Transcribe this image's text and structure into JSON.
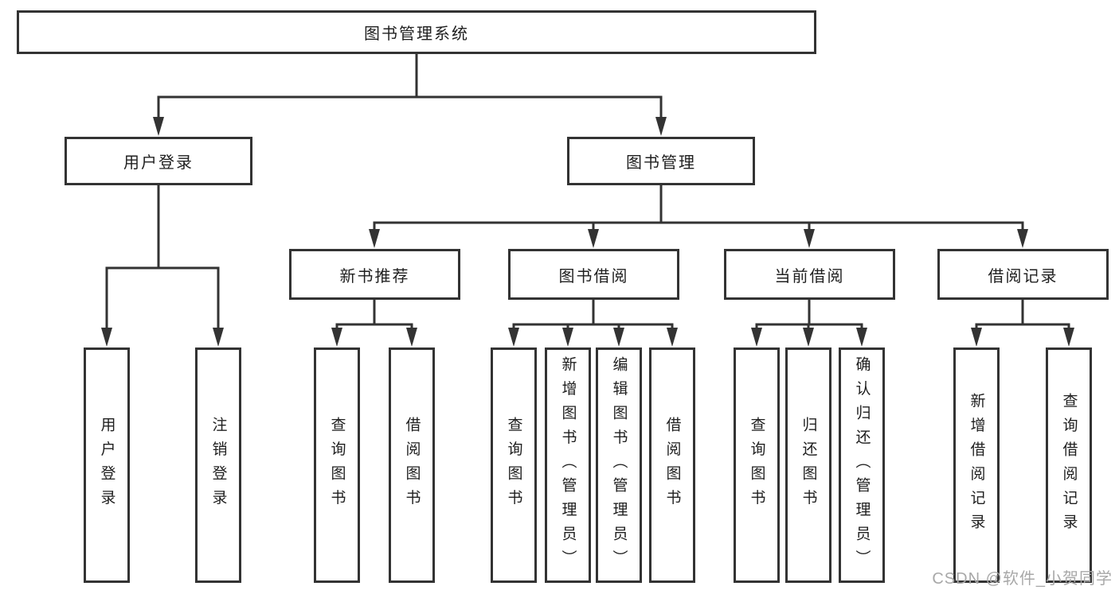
{
  "diagram": {
    "root": {
      "id": "library-management-system",
      "label": "图书管理系统"
    },
    "level2": [
      {
        "id": "user-login",
        "label": "用户登录",
        "parent": "library-management-system"
      },
      {
        "id": "book-management",
        "label": "图书管理",
        "parent": "library-management-system"
      }
    ],
    "level3": [
      {
        "id": "new-book-recommend",
        "label": "新书推荐",
        "parent": "book-management"
      },
      {
        "id": "book-borrowing",
        "label": "图书借阅",
        "parent": "book-management"
      },
      {
        "id": "current-borrowing",
        "label": "当前借阅",
        "parent": "book-management"
      },
      {
        "id": "borrowing-records",
        "label": "借阅记录",
        "parent": "book-management"
      }
    ],
    "leaves": [
      {
        "id": "user-login-entry",
        "label": "用户登录",
        "parent": "user-login"
      },
      {
        "id": "logout",
        "label": "注销登录",
        "parent": "user-login"
      },
      {
        "id": "query-books-recommend",
        "label": "查询图书",
        "parent": "new-book-recommend"
      },
      {
        "id": "borrow-books-recommend",
        "label": "借阅图书",
        "parent": "new-book-recommend"
      },
      {
        "id": "query-books-borrowing",
        "label": "查询图书",
        "parent": "book-borrowing"
      },
      {
        "id": "add-books-admin",
        "label": "新增图书（管理员）",
        "parent": "book-borrowing"
      },
      {
        "id": "edit-books-admin",
        "label": "编辑图书（管理员）",
        "parent": "book-borrowing"
      },
      {
        "id": "borrow-books",
        "label": "借阅图书",
        "parent": "book-borrowing"
      },
      {
        "id": "query-books-current",
        "label": "查询图书",
        "parent": "current-borrowing"
      },
      {
        "id": "return-books",
        "label": "归还图书",
        "parent": "current-borrowing"
      },
      {
        "id": "confirm-return-admin",
        "label": "确认归还（管理员）",
        "parent": "current-borrowing"
      },
      {
        "id": "add-borrowing-record",
        "label": "新增借阅记录",
        "parent": "borrowing-records"
      },
      {
        "id": "query-borrowing-record",
        "label": "查询借阅记录",
        "parent": "borrowing-records"
      }
    ],
    "watermark": "CSDN @软件_小贺同学",
    "colors": {
      "line": "#333333",
      "text": "#1f1f1f",
      "watermark": "#a8a8a8",
      "background": "#ffffff"
    }
  }
}
